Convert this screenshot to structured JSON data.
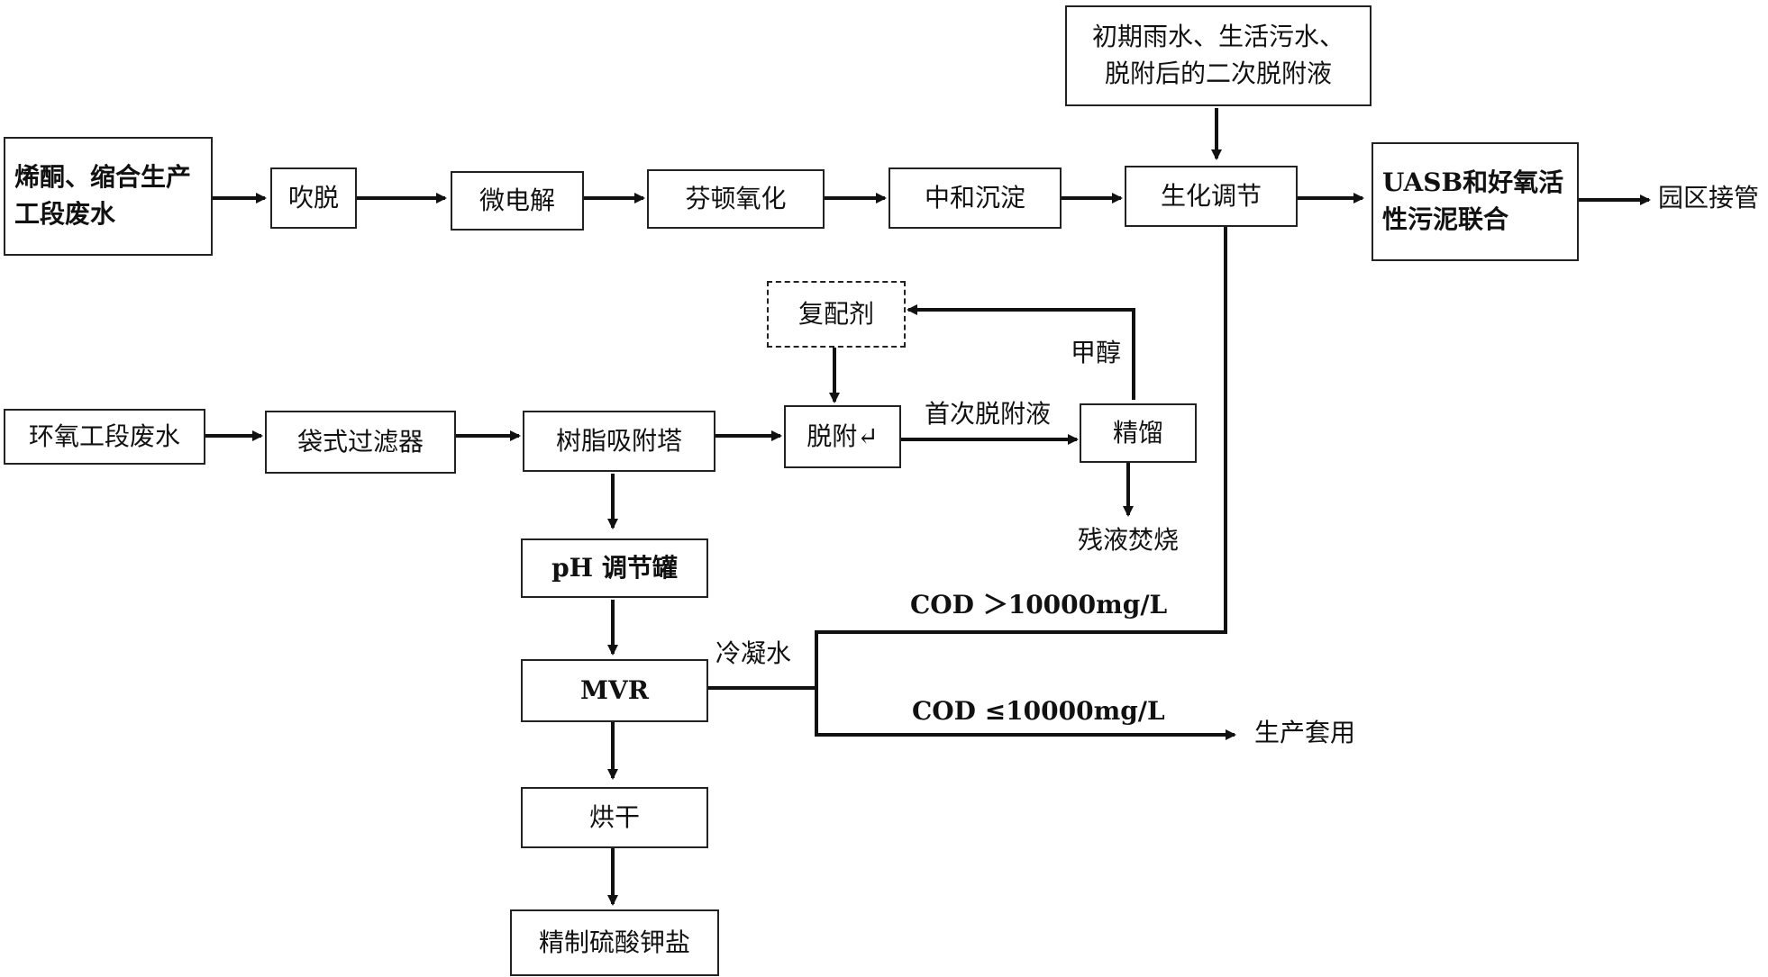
{
  "nodes": {
    "olefin_wastewater": "烯酮、缩合生产\n工段废水",
    "stripping": "吹脱",
    "micro_electrolysis": "微电解",
    "fenton_oxidation": "芬顿氧化",
    "neutralization": "中和沉淀",
    "biochemical_regulation": "生化调节",
    "uasb": "UASB和好氧活\n性污泥联合",
    "park_pipe": "园区接管",
    "rainwater_source": "初期雨水、生活污水、\n脱附后的二次脱附液",
    "compound_agent": "复配剂",
    "epoxy_wastewater": "环氧工段废水",
    "bag_filter": "袋式过滤器",
    "resin_tower": "树脂吸附塔",
    "desorption": "脱附↵",
    "rectification": "精馏",
    "residue_incineration": "残液焚烧",
    "ph_tank": "pH 调节罐",
    "mvr": "MVR",
    "drying": "烘干",
    "refined_k2so4": "精制硫酸钾盐",
    "production_reuse": "生产套用"
  },
  "edge_labels": {
    "methanol": "甲醇",
    "first_desorption_liquid": "首次脱附液",
    "condensate": "冷凝水",
    "cod_high": "COD ＞10000mg/L",
    "cod_low": "COD ≤10000mg/L"
  }
}
